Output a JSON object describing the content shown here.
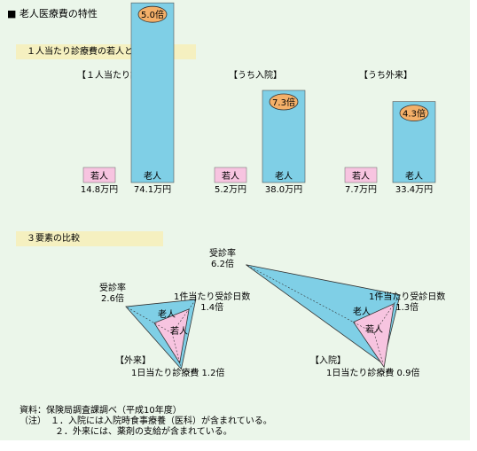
{
  "page_title": "■ 老人医療費の特性",
  "section1_title": "１人当たり診療費の若人との比較",
  "section2_title": "３要素の比較",
  "chart_data": [
    {
      "type": "bar",
      "panels": [
        {
          "title": "【１人当たり診療費】",
          "categories": [
            "若人",
            "老人"
          ],
          "values": [
            14.8,
            74.1
          ],
          "value_labels": [
            "14.8万円",
            "74.1万円"
          ],
          "ratio_label": "5.0倍"
        },
        {
          "title": "【うち入院】",
          "categories": [
            "若人",
            "老人"
          ],
          "values": [
            5.2,
            38.0
          ],
          "value_labels": [
            "5.2万円",
            "38.0万円"
          ],
          "ratio_label": "7.3倍"
        },
        {
          "title": "【うち外来】",
          "categories": [
            "若人",
            "老人"
          ],
          "values": [
            7.7,
            33.4
          ],
          "value_labels": [
            "7.7万円",
            "33.4万円"
          ],
          "ratio_label": "4.3倍"
        }
      ],
      "colors": {
        "young": "#f7c4e0",
        "elderly": "#7fcfe6",
        "ratio_badge": "#f4b069"
      }
    },
    {
      "type": "radar",
      "panels": [
        {
          "title": "【外来】",
          "axes": [
            "受診率",
            "1件当たり受診日数",
            "1日当たり診療費"
          ],
          "axis_labels": [
            "受診率\n2.6倍",
            "1件当たり受診日数\n1.4倍",
            "1日当たり診療費 1.2倍"
          ],
          "series": [
            {
              "name": "老人",
              "values": [
                2.6,
                1.4,
                1.2
              ]
            },
            {
              "name": "若人",
              "values": [
                1,
                1,
                1
              ]
            }
          ]
        },
        {
          "title": "【入院】",
          "axes": [
            "受診率",
            "1件当たり受診日数",
            "1日当たり診療費"
          ],
          "axis_labels": [
            "受診率\n6.2倍",
            "1件当たり受診日数\n1.3倍",
            "1日当たり診療費 0.9倍"
          ],
          "series": [
            {
              "name": "老人",
              "values": [
                6.2,
                1.3,
                0.9
              ]
            },
            {
              "name": "若人",
              "values": [
                1,
                1,
                1
              ]
            }
          ]
        }
      ],
      "colors": {
        "young": "#f7c4e0",
        "elderly": "#7fcfe6"
      }
    }
  ],
  "notes": [
    "資料：保険局調査課調べ（平成10年度）",
    "（注）　１．入院には入院時食事療養（医科）が含まれている。",
    "　　　　２．外来には、薬剤の支給が含まれている。"
  ]
}
